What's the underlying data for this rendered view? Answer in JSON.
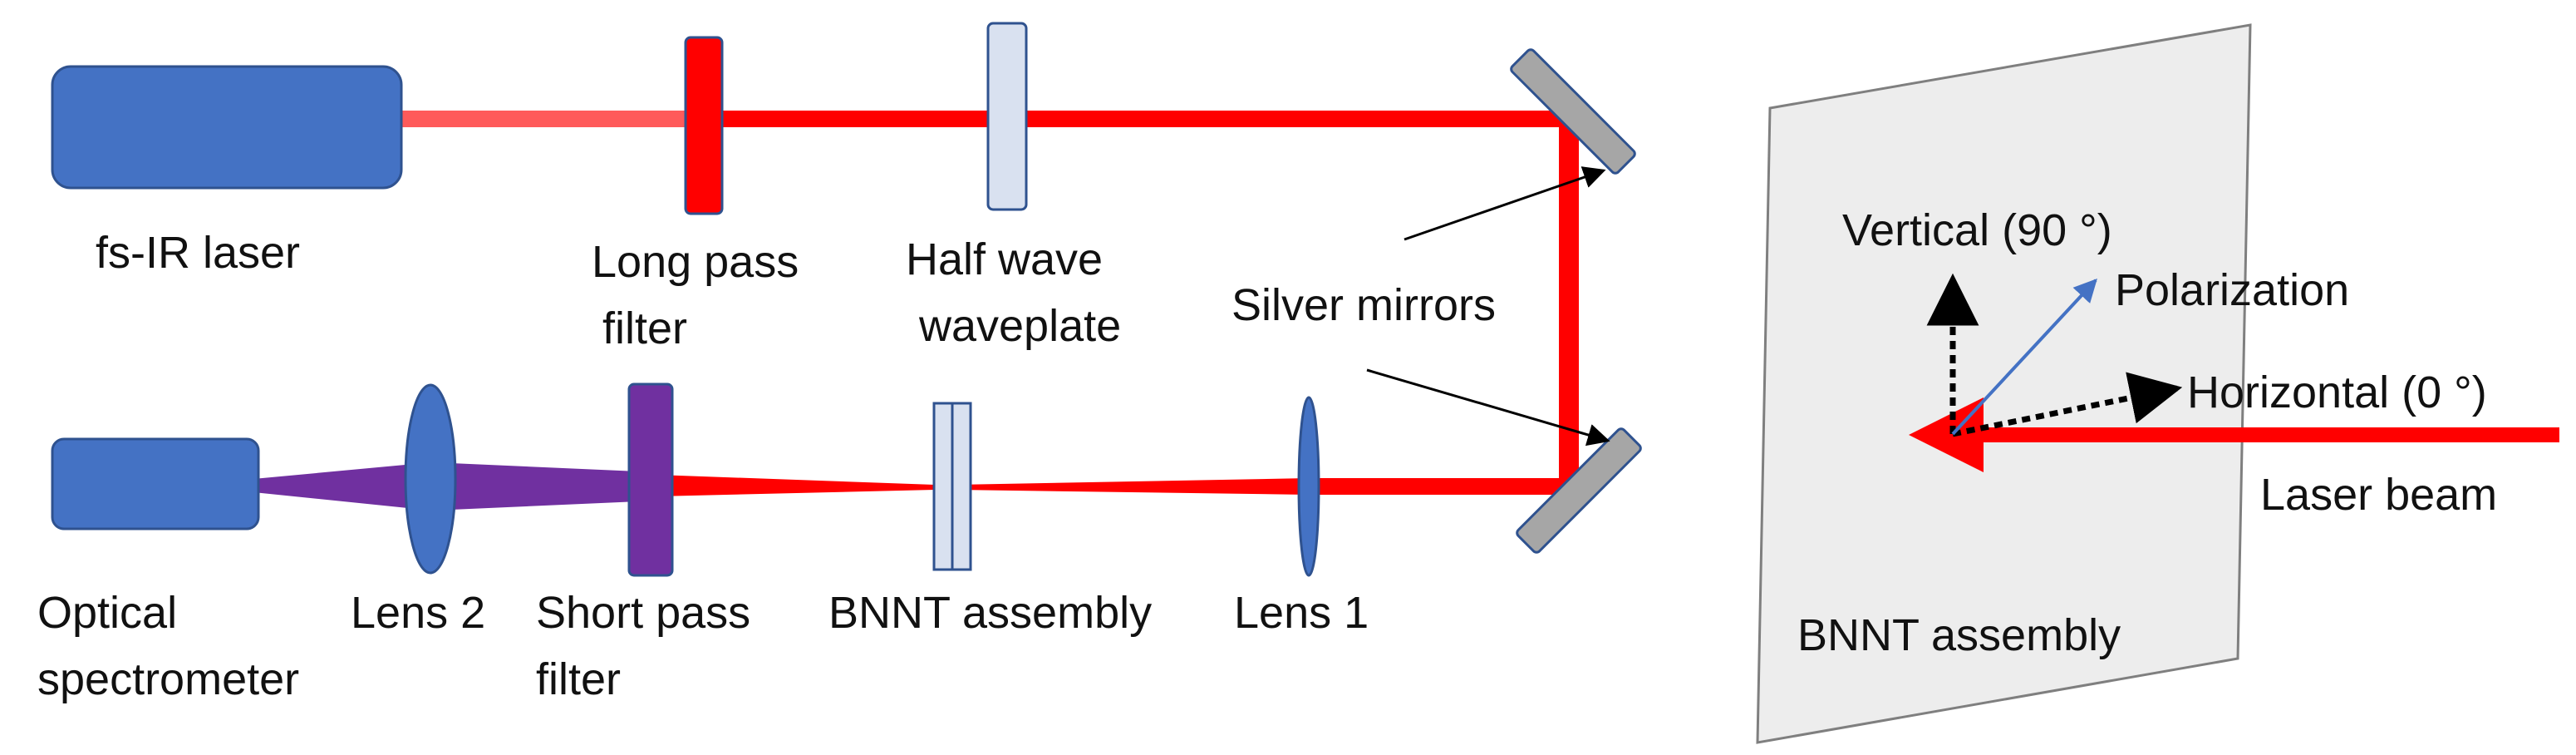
{
  "labels": {
    "fs_ir_laser": "fs-IR laser",
    "long_pass_filter_line1": "Long pass",
    "long_pass_filter_line2": "filter",
    "half_wave_line1": "Half wave",
    "half_wave_line2": "waveplate",
    "silver_mirrors": "Silver mirrors",
    "optical_spectrometer_line1": "Optical",
    "optical_spectrometer_line2": "spectrometer",
    "lens_2": "Lens 2",
    "short_pass_filter_line1": "Short pass",
    "short_pass_filter_line2": "filter",
    "bnnt_assembly_setup": "BNNT assembly",
    "lens_1": "Lens 1",
    "vertical": "Vertical (90 °)",
    "polarization": "Polarization",
    "horizontal": "Horizontal (0 °)",
    "laser_beam": "Laser beam",
    "bnnt_assembly_plane": "BNNT assembly"
  },
  "colors": {
    "laser_box": "#4472C4",
    "laser_box_stroke": "#2F528F",
    "beam_red": "#FF0000",
    "beam_pale_red": "#FF5A5A",
    "purple_beam": "#7030A0",
    "purple_filter": "#7030A0",
    "waveplate": "#D9E1F0",
    "mirror": "#A6A6A6",
    "plane_fill": "#EDEDED",
    "plane_stroke": "#7F7F7F",
    "polarization_arrow": "#4472C4"
  }
}
